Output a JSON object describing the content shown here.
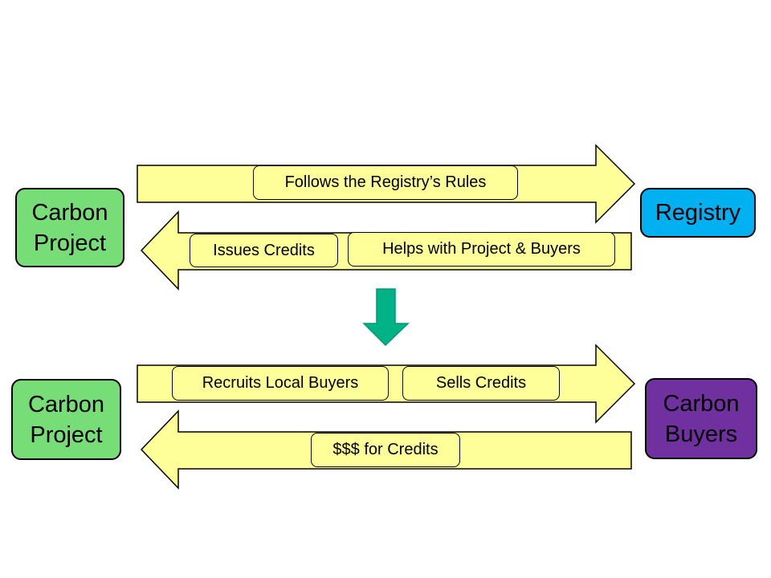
{
  "nodes": {
    "project_top": {
      "label": "Carbon\nProject",
      "color": "#77dd77"
    },
    "registry": {
      "label": "Registry",
      "color": "#00b0f0"
    },
    "project_bottom": {
      "label": "Carbon\nProject",
      "color": "#77dd77"
    },
    "buyers": {
      "label": "Carbon\nBuyers",
      "color": "#7030a0"
    }
  },
  "arrows": {
    "fill": "#ffff99",
    "transition_fill": "#00b386",
    "top_right": [
      "Follows the Registry’s Rules"
    ],
    "top_left": [
      "Issues Credits",
      "Helps with Project & Buyers"
    ],
    "bottom_right": [
      "Recruits Local Buyers",
      "Sells Credits"
    ],
    "bottom_left": [
      "$$$ for Credits"
    ]
  }
}
